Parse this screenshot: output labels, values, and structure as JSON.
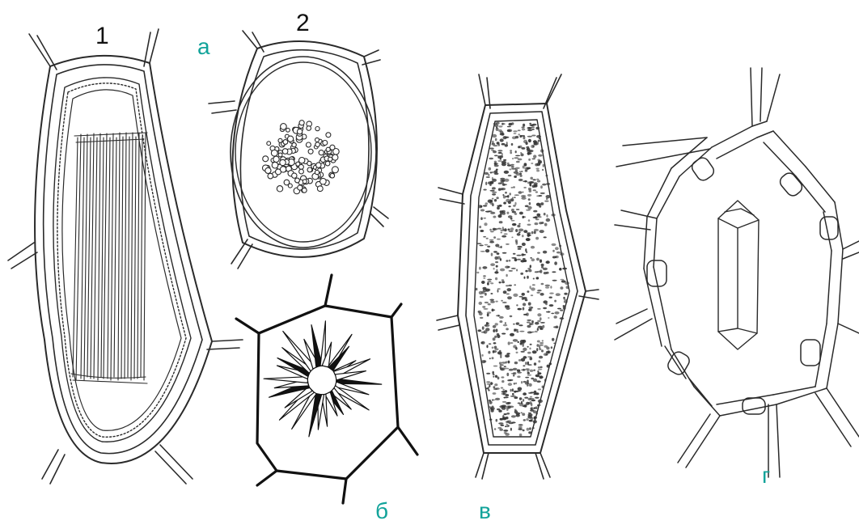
{
  "labels": {
    "cell1": "1",
    "cell2": "2",
    "a": "а",
    "b": "б",
    "v": "в",
    "g": "г"
  },
  "colors": {
    "letter_label": "#12a39a",
    "line": "#222222",
    "background": "#ffffff"
  }
}
